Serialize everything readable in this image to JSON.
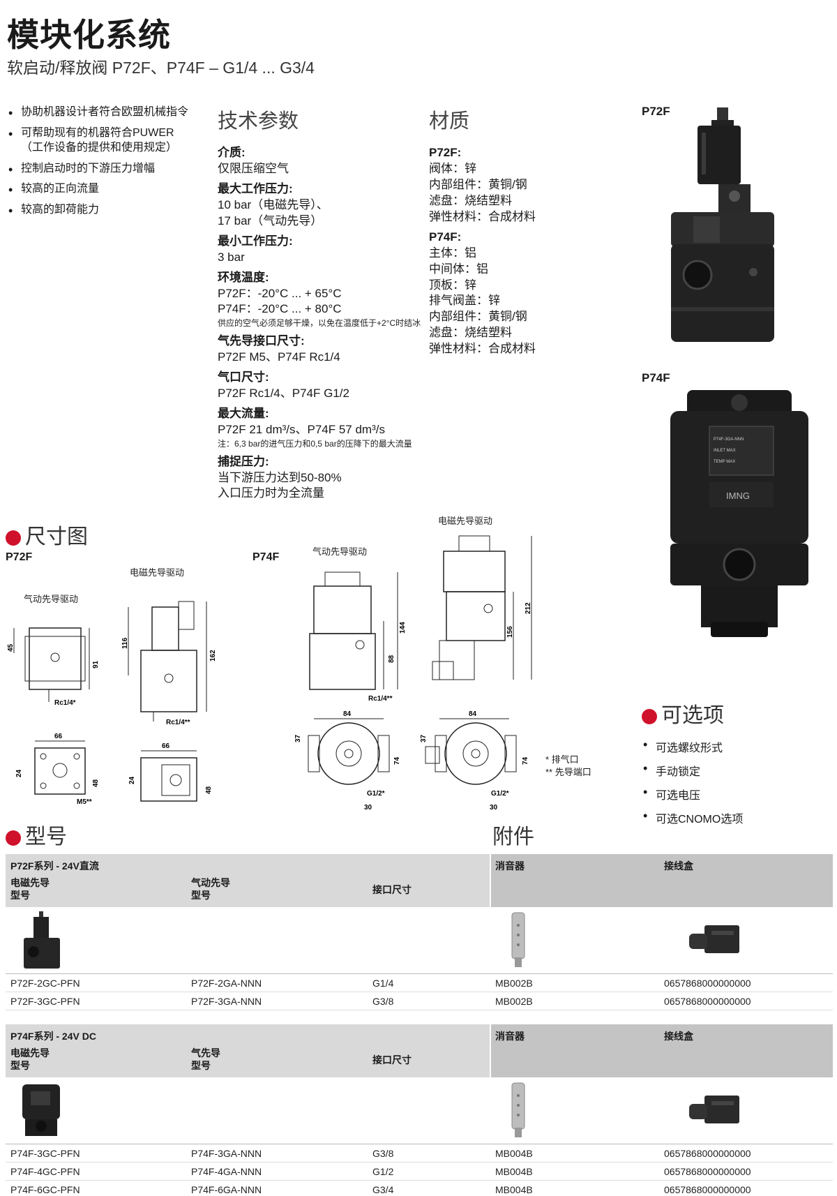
{
  "header": {
    "title": "模块化系统",
    "subtitle": "软启动/释放阀 P72F、P74F – G1/4 ... G3/4"
  },
  "features": [
    "协助机器设计者符合欧盟机械指令",
    "可帮助现有的机器符合PUWER（工作设备的提供和使用规定）",
    "控制启动时的下游压力增幅",
    "较高的正向流量",
    "较高的卸荷能力"
  ],
  "specs": {
    "heading": "技术参数",
    "medium_label": "介质:",
    "medium_value": "仅限压缩空气",
    "max_pressure_label": "最大工作压力:",
    "max_pressure_line1": "10 bar（电磁先导）、",
    "max_pressure_line2": "17 bar（气动先导）",
    "min_pressure_label": "最小工作压力:",
    "min_pressure_value": "3 bar",
    "temp_label": "环境温度:",
    "temp_p72f": "P72F：-20°C ... + 65°C",
    "temp_p74f": "P74F：-20°C ... + 80°C",
    "temp_note": "供应的空气必须足够干燥，以免在温度低于+2°C时结冰",
    "pilot_port_label": "气先导接口尺寸:",
    "pilot_port_value": "P72F M5、P74F Rc1/4",
    "port_label": "气口尺寸:",
    "port_value": "P72F Rc1/4、P74F G1/2",
    "flow_label": "最大流量:",
    "flow_value": "P72F 21 dm³/s、P74F 57 dm³/s",
    "flow_note": "注：6,3 bar的进气压力和0,5 bar的压降下的最大流量",
    "snap_label": "捕捉压力:",
    "snap_line1": "当下游压力达到50-80%",
    "snap_line2": "入口压力时为全流量"
  },
  "materials": {
    "heading": "材质",
    "p72f_label": "P72F:",
    "p72f_items": [
      "阀体：锌",
      "内部组件：黄铜/钢",
      "滤盘：烧结塑料",
      "弹性材料：合成材料"
    ],
    "p74f_label": "P74F:",
    "p74f_items": [
      "主体：铝",
      "中间体：铝",
      "顶板：锌",
      "排气阀盖：锌",
      "内部组件：黄铜/钢",
      "滤盘：烧结塑料",
      "弹性材料：合成材料"
    ]
  },
  "photos": {
    "p72f_label": "P72F",
    "p74f_label": "P74F",
    "p74f_plate_brand": "IMNG"
  },
  "dimensions": {
    "heading": "尺寸图",
    "p72f_title": "P72F",
    "p74f_title": "P74F",
    "pneumatic_pilot": "气动先导驱动",
    "solenoid_pilot": "电磁先导驱动",
    "p72f_pn": {
      "h1": "45",
      "h2": "91",
      "port": "Rc1/4*",
      "w": "66",
      "d1": "24",
      "d2": "48",
      "pilot": "M5**"
    },
    "p72f_sol": {
      "h1": "116",
      "h2": "162",
      "port": "Rc1/4**",
      "w": "66",
      "d1": "24",
      "d2": "48"
    },
    "p74f_pn": {
      "h1": "88",
      "h2": "144",
      "port": "Rc1/4**",
      "w": "84",
      "d1": "37",
      "d2": "74",
      "g": "G1/2*",
      "hex": "30"
    },
    "p74f_sol": {
      "h1": "156",
      "h2": "212",
      "w": "84",
      "d1": "37",
      "d2": "74",
      "g": "G1/2*",
      "hex": "30"
    },
    "note_exhaust": "* 排气口",
    "note_pilot": "** 先导端口"
  },
  "options": {
    "heading": "可选项",
    "items": [
      "可选螺纹形式",
      "手动锁定",
      "可选电压",
      "可选CNOMO选项"
    ]
  },
  "models": {
    "heading": "型号",
    "accessories_heading": "附件"
  },
  "table1": {
    "series": "P72F系列 - 24V直流",
    "col1": [
      "电磁先导",
      "型号"
    ],
    "col2": [
      "气动先导",
      "型号"
    ],
    "col3": "接口尺寸",
    "col4": "消音器",
    "col5": "接线盒",
    "rows": [
      [
        "P72F-2GC-PFN",
        "P72F-2GA-NNN",
        "G1/4",
        "MB002B",
        "0657868000000000"
      ],
      [
        "P72F-3GC-PFN",
        "P72F-3GA-NNN",
        "G3/8",
        "MB002B",
        "0657868000000000"
      ]
    ]
  },
  "table2": {
    "series": "P74F系列 - 24V DC",
    "col1": [
      "电磁先导",
      "型号"
    ],
    "col2": [
      "气先导",
      "型号"
    ],
    "col3": "接口尺寸",
    "col4": "消音器",
    "col5": "接线盒",
    "rows": [
      [
        "P74F-3GC-PFN",
        "P74F-3GA-NNN",
        "G3/8",
        "MB004B",
        "0657868000000000"
      ],
      [
        "P74F-4GC-PFN",
        "P74F-4GA-NNN",
        "G1/2",
        "MB004B",
        "0657868000000000"
      ],
      [
        "P74F-6GC-PFN",
        "P74F-6GA-NNN",
        "G3/4",
        "MB004B",
        "0657868000000000"
      ]
    ]
  }
}
